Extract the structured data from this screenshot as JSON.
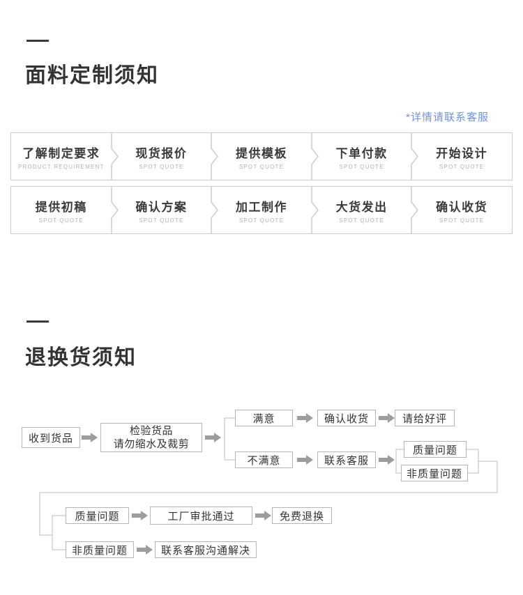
{
  "customize": {
    "title": "面料定制须知",
    "note": "*详情请联系客服",
    "steps_row1": [
      {
        "zh": "了解制定要求",
        "en": "PRODUCT REQUIREMENT"
      },
      {
        "zh": "现货报价",
        "en": "SPOT QUOTE"
      },
      {
        "zh": "提供模板",
        "en": "SPOT QUOTE"
      },
      {
        "zh": "下单付款",
        "en": "SPOT QUOTE"
      },
      {
        "zh": "开始设计",
        "en": "SPOT QUOTE"
      }
    ],
    "steps_row2": [
      {
        "zh": "提供初稿",
        "en": "SPOT QUOTE"
      },
      {
        "zh": "确认方案",
        "en": "SPOT QUOTE"
      },
      {
        "zh": "加工制作",
        "en": "SPOT QUOTE"
      },
      {
        "zh": "大货发出",
        "en": "SPOT QUOTE"
      },
      {
        "zh": "确认收货",
        "en": "SPOT QUOTE"
      }
    ]
  },
  "returns": {
    "title": "退换货须知",
    "flow": {
      "receive": "收到货品",
      "inspect_line1": "检验货品",
      "inspect_line2": "请勿缩水及裁剪",
      "satisfied": "满意",
      "confirm_receipt": "确认收货",
      "good_review": "请给好评",
      "unsatisfied": "不满意",
      "contact_service": "联系客服",
      "quality_issue": "质量问题",
      "non_quality_issue": "非质量问题",
      "quality_issue_2": "质量问题",
      "factory_approval": "工厂审批通过",
      "free_exchange": "免费退换",
      "non_quality_issue_2": "非质量问题",
      "contact_resolve": "联系客服沟通解决"
    }
  },
  "colors": {
    "note_blue": "#7392d5",
    "title_text": "#333333",
    "table_border": "#cccccc",
    "flow_border": "#b5b5b5",
    "arrow_gray": "#9d9d9d",
    "subtitle_gray": "#b2b2b2"
  }
}
